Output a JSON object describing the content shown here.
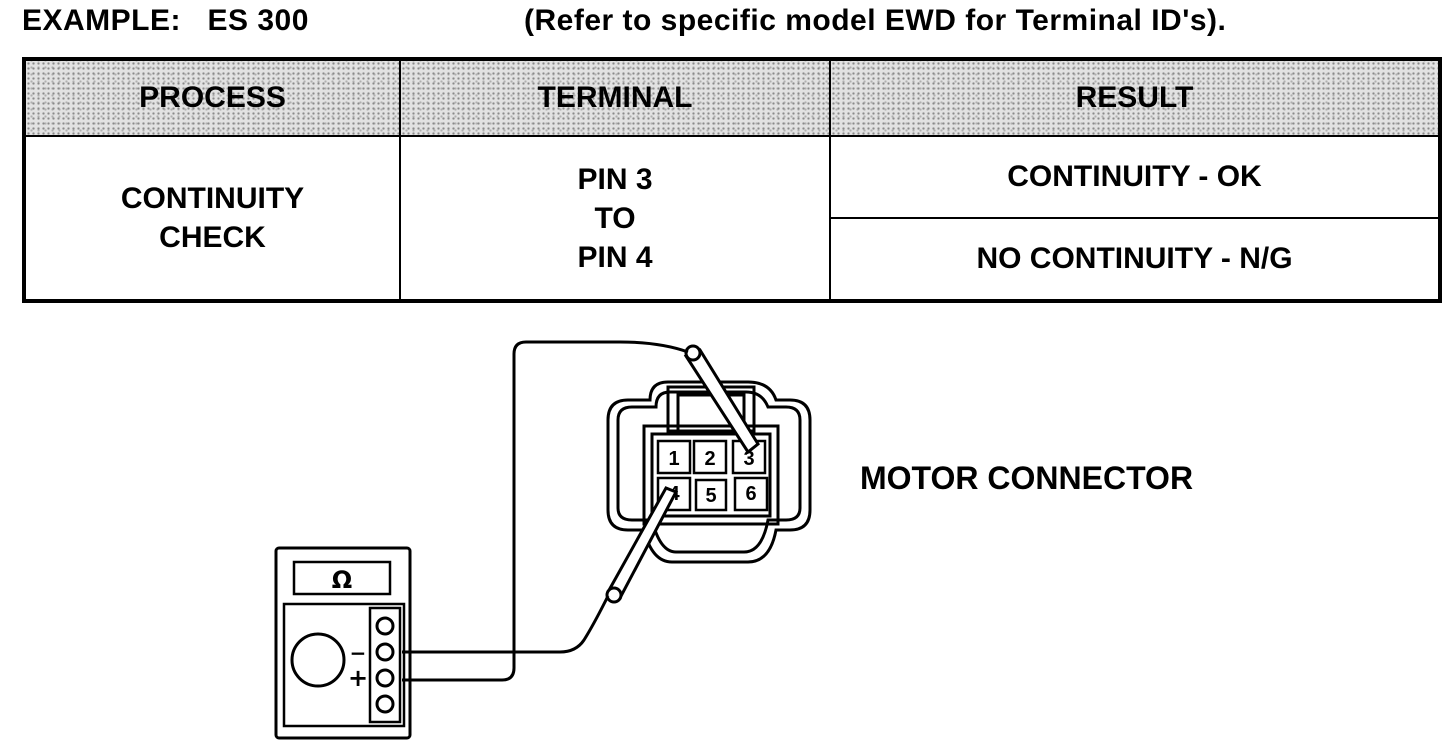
{
  "header": {
    "example": "EXAMPLE:   ES 300",
    "note": "(Refer to specific model EWD for Terminal ID's)."
  },
  "table": {
    "headers": {
      "process": "PROCESS",
      "terminal": "TERMINAL",
      "result": "RESULT"
    },
    "process": [
      "CONTINUITY",
      "CHECK"
    ],
    "terminal": [
      "PIN 3",
      "TO",
      "PIN 4"
    ],
    "results": [
      "CONTINUITY - OK",
      "NO  CONTINUITY -  N/G"
    ]
  },
  "diagram": {
    "connector_label": "MOTOR CONNECTOR",
    "meter_symbol": "Ω",
    "meter_minus": "−",
    "meter_plus": "+",
    "pins": [
      "1",
      "2",
      "3",
      "4",
      "5",
      "6"
    ]
  }
}
